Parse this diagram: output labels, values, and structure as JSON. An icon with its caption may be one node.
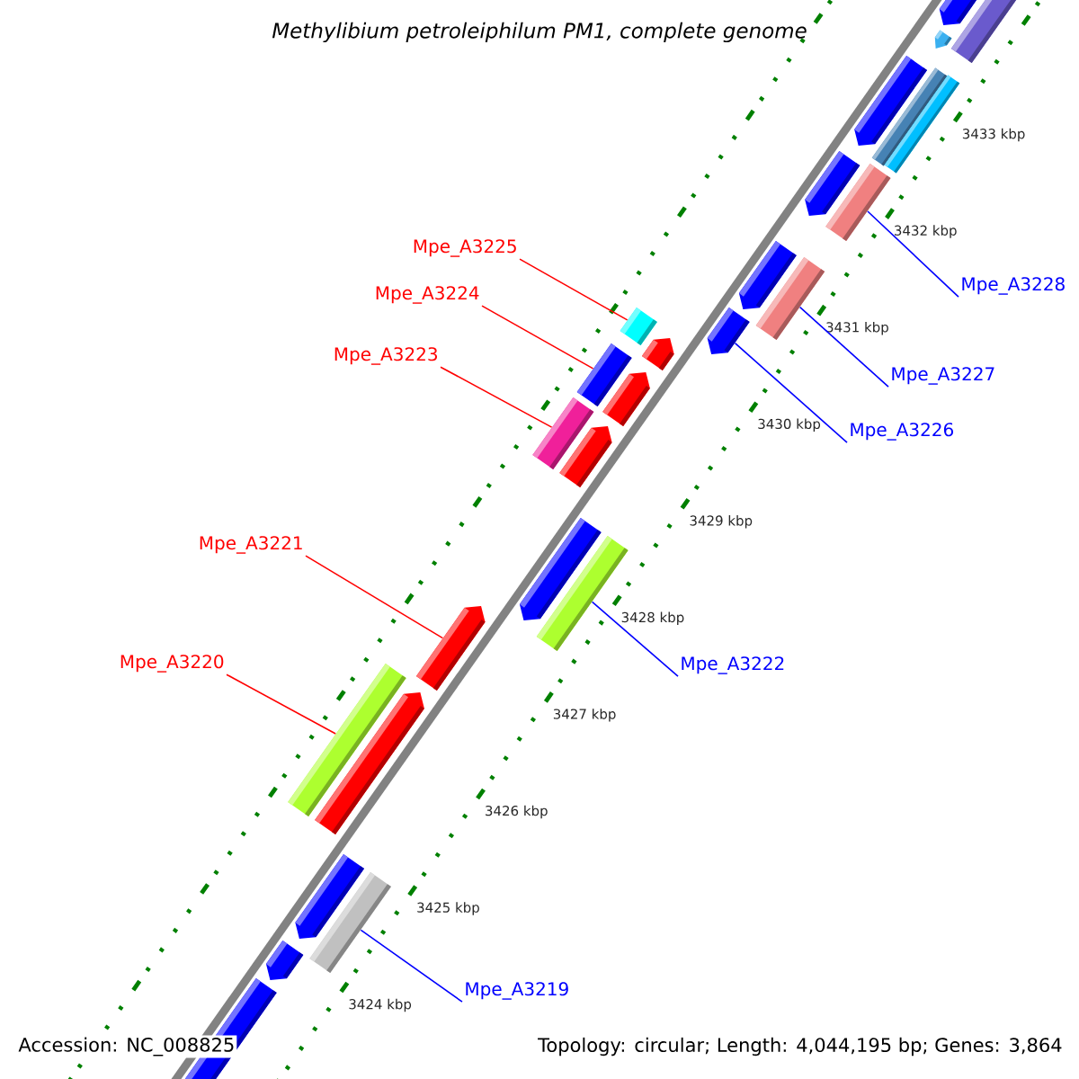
{
  "diagram": {
    "title": "Methylibium petroleiphilum PM1, complete genome",
    "nodes": [
      {
        "text": [
          "Mpe_A3225"
        ]
      },
      {
        "text": [],
        "shape": "box"
      },
      {
        "text": [
          "Mpe_A3228"
        ]
      },
      {
        "text": [],
        "shape": "box"
      },
      {
        "text": [
          "Mpe_A3224"
        ]
      },
      {
        "text": [],
        "shape": "box"
      },
      {
        "text": [
          "Mpe_A3223"
        ]
      },
      {
        "text": [],
        "shape": "box"
      },
      {
        "text": [
          "Mpe_A3227"
        ]
      },
      {
        "text": [],
        "shape": "box"
      },
      {
        "text": [
          "Mpe_A3226"
        ]
      },
      {
        "text": [],
        "shape": "arrow"
      },
      {
        "text": [
          "Mpe_A3221"
        ]
      },
      {
        "text": [],
        "shape": "arrow"
      },
      {
        "text": [
          "Mpe_A3220"
        ]
      },
      {
        "text": [],
        "shape": "box"
      },
      {
        "text": [
          "Mpe_A3222"
        ]
      },
      {
        "text": [],
        "shape": "box"
      },
      {
        "text": [
          "Mpe_A3219"
        ]
      },
      {
        "text": [],
        "shape": "box"
      }
    ],
    "edges": [
      {
        "from": 0,
        "to": 1,
        "arrow": "none",
        "color": "#ff0000"
      },
      {
        "from": 2,
        "to": 3,
        "arrow": "none",
        "color": "#0000ff"
      },
      {
        "from": 4,
        "to": 5,
        "arrow": "none",
        "color": "#ff0000"
      },
      {
        "from": 6,
        "to": 7,
        "arrow": "none",
        "color": "#ff0000"
      },
      {
        "from": 8,
        "to": 9,
        "arrow": "none",
        "color": "#0000ff"
      },
      {
        "from": 10,
        "to": 11,
        "arrow": "none",
        "color": "#0000ff"
      },
      {
        "from": 12,
        "to": 13,
        "arrow": "none",
        "color": "#ff0000"
      },
      {
        "from": 14,
        "to": 15,
        "arrow": "none",
        "color": "#ff0000"
      },
      {
        "from": 16,
        "to": 17,
        "arrow": "none",
        "color": "#0000ff"
      },
      {
        "from": 18,
        "to": 19,
        "arrow": "none",
        "color": "#0000ff"
      }
    ],
    "labels": [
      "3433 kbp",
      "3432 kbp",
      "3431 kbp",
      "3430 kbp",
      "3429 kbp",
      "3428 kbp",
      "3427 kbp",
      "3426 kbp",
      "3425 kbp",
      "3424 kbp",
      "Accession: NC_008825",
      "Topology: circular; Length: 4,044,195 bp; Genes: 3,864"
    ]
  }
}
